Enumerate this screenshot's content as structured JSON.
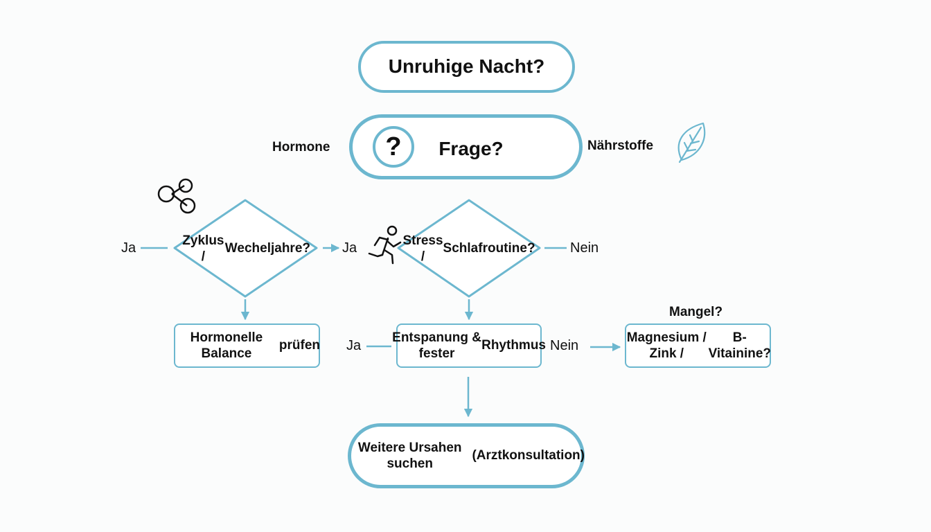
{
  "colors": {
    "accent": "#6cb7cf",
    "text": "#111111",
    "background": "#fbfcfc"
  },
  "start": {
    "label": "Unruhige Nacht?"
  },
  "question": {
    "label": "Frage?",
    "icon": "question-mark-icon",
    "symbol": "?"
  },
  "side_left": {
    "label": "Hormone",
    "icon": "molecule-icon"
  },
  "side_right": {
    "label": "Nährstoffe",
    "icon": "leaf-icon"
  },
  "decision_cycle": {
    "line1": "Zyklus /",
    "line2": "Wecheljahre?"
  },
  "decision_stress": {
    "line1": "Stress /",
    "line2": "Schlafroutine?",
    "icon": "running-person-icon"
  },
  "box_hormone": {
    "line1": "Hormonelle Balance",
    "line2": "prüfen"
  },
  "box_relax": {
    "line1": "Entspanung & fester",
    "line2": "Rhythmus"
  },
  "box_nutrients": {
    "caption": "Mangel?",
    "line1": "Magnesium / Zink /",
    "line2": "B-Vitainine?"
  },
  "end": {
    "line1": "Weitere Ursahen suchen",
    "line2": "(Arztkonsultation)"
  },
  "edges": {
    "cycle_left": "Ja",
    "cycle_to_stress": "Ja",
    "stress_right": "Nein",
    "relax_left": "Ja",
    "relax_to_nutrients": "Nein"
  }
}
